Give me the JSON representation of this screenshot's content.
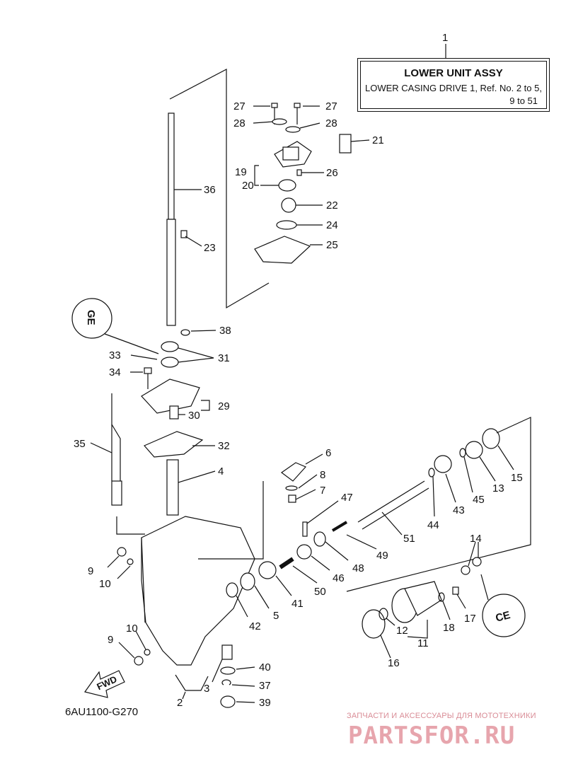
{
  "title_box": {
    "assembly_ref": "1",
    "title": "LOWER UNIT ASSY",
    "line2": "LOWER CASING DRIVE 1,  Ref. No. 2 to 5,",
    "line3": "9 to 51"
  },
  "diagram_code": "6AU1100-G270",
  "fwd_label": "FWD",
  "watermark": {
    "caption": "ЗАПЧАСТИ И АКСЕССУАРЫ ДЛЯ МОТОТЕХНИКИ",
    "logo": "PARTSFOR.RU"
  },
  "callouts": [
    "27",
    "27",
    "28",
    "28",
    "21",
    "19",
    "26",
    "20",
    "22",
    "24",
    "25",
    "36",
    "23",
    "38",
    "33",
    "31",
    "34",
    "29",
    "30",
    "35",
    "32",
    "4",
    "6",
    "8",
    "7",
    "47",
    "15",
    "13",
    "45",
    "43",
    "44",
    "51",
    "49",
    "48",
    "46",
    "50",
    "14",
    "9",
    "10",
    "41",
    "5",
    "42",
    "17",
    "18",
    "12",
    "11",
    "16",
    "10",
    "9",
    "40",
    "3",
    "37",
    "2",
    "39"
  ],
  "stamp_left": "GE",
  "stamp_right": "CE",
  "colors": {
    "line": "#111111",
    "watermark": "#e7a5ad"
  }
}
